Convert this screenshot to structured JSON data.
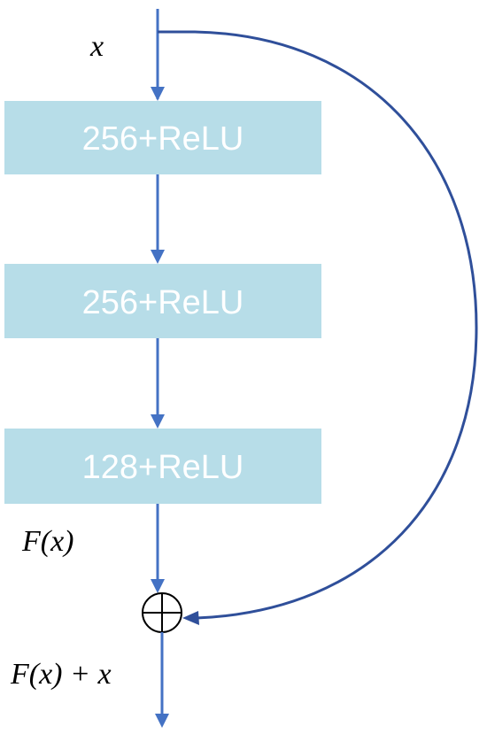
{
  "input_label": "x",
  "blocks": [
    {
      "label": "256+ReLU"
    },
    {
      "label": "256+ReLU"
    },
    {
      "label": "128+ReLU"
    }
  ],
  "residual_label": "F(x)",
  "output_label": "F(x) + x",
  "colors": {
    "block_fill": "#b7dde8",
    "arrow": "#4472c4",
    "skip_arc": "#2f4f9a",
    "block_text": "#ffffff"
  }
}
